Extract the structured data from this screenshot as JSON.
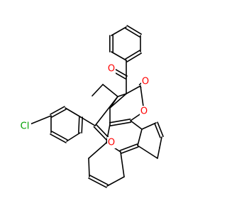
{
  "molecule": {
    "atom_colors": {
      "O": "#ff0000",
      "Cl": "#00a000"
    },
    "atoms": [
      {
        "id": "o-ketone-1",
        "symbol": "O"
      },
      {
        "id": "o-lactone-carbonyl",
        "symbol": "O"
      },
      {
        "id": "o-ring",
        "symbol": "O"
      },
      {
        "id": "o-ketone-2",
        "symbol": "O"
      },
      {
        "id": "cl-chloro",
        "symbol": "Cl"
      }
    ]
  }
}
